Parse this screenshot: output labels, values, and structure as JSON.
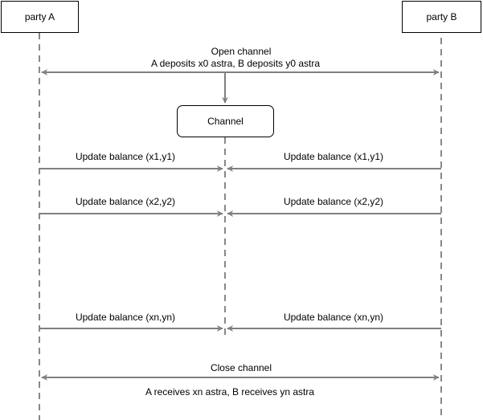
{
  "participants": {
    "party_a": "party A",
    "party_b": "party B",
    "channel": "Channel"
  },
  "open": {
    "line1": "Open channel",
    "line2": "A deposits x0 astra,  B deposits y0 astra"
  },
  "updates": [
    {
      "left": "Update balance (x1,y1)",
      "right": "Update balance (x1,y1)"
    },
    {
      "left": "Update balance (x2,y2)",
      "right": "Update balance (x2,y2)"
    },
    {
      "left": "Update balance (xn,yn)",
      "right": "Update balance (xn,yn)"
    }
  ],
  "close": {
    "line1": "Close channel",
    "line2": "A receives xn astra, B receives yn astra"
  },
  "colors": {
    "lifeline": "#888888",
    "arrow": "#808080",
    "box_border": "#000000"
  }
}
